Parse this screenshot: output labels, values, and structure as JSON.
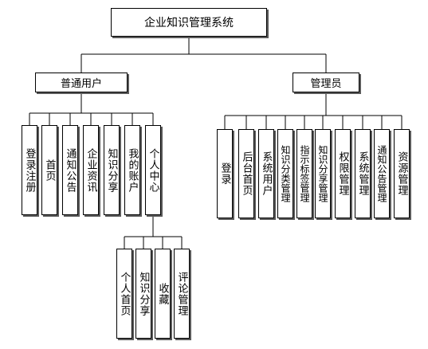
{
  "diagram": {
    "root": "企业知识管理系统",
    "user": {
      "title": "普通用户",
      "children": [
        "登录注册",
        "首页",
        "通知公告",
        "企业资讯",
        "知识分享",
        "我的账户",
        "个人中心"
      ]
    },
    "personal_center": {
      "children": [
        "个人首页",
        "知识分享",
        "收藏",
        "评论管理"
      ]
    },
    "admin": {
      "title": "管理员",
      "children": [
        "登录",
        "后台首页",
        "系统用户",
        "知识分类管理",
        "指示标签管理",
        "知识分享管理",
        "权限管理",
        "系统管理",
        "通知公告管理",
        "资源管理"
      ]
    }
  }
}
